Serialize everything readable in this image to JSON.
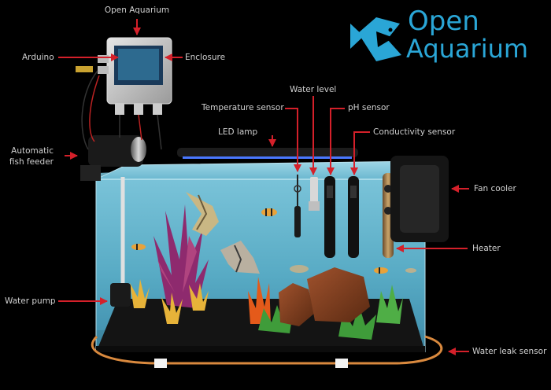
{
  "logo": {
    "line1": "Open",
    "line2": "Aquarium",
    "color": "#2aa6d6"
  },
  "labels": {
    "open_aquarium": "Open Aquarium",
    "arduino": "Arduino",
    "enclosure": "Enclosure",
    "water_level": "Water level",
    "temperature_sensor": "Temperature sensor",
    "ph_sensor": "pH sensor",
    "led_lamp": "LED lamp",
    "conductivity_sensor": "Conductivity sensor",
    "automatic_fish_feeder_line1": "Automatic",
    "automatic_fish_feeder_line2": "fish feeder",
    "fan_cooler": "Fan cooler",
    "heater": "Heater",
    "water_pump": "Water pump",
    "water_leak_sensor": "Water leak sensor"
  },
  "colors": {
    "background": "#000000",
    "arrow": "#d4202a",
    "label_text": "#d0d0d0",
    "water": "#5fb3cc",
    "gravel": "#141414",
    "leak_cable": "#d9893e"
  }
}
